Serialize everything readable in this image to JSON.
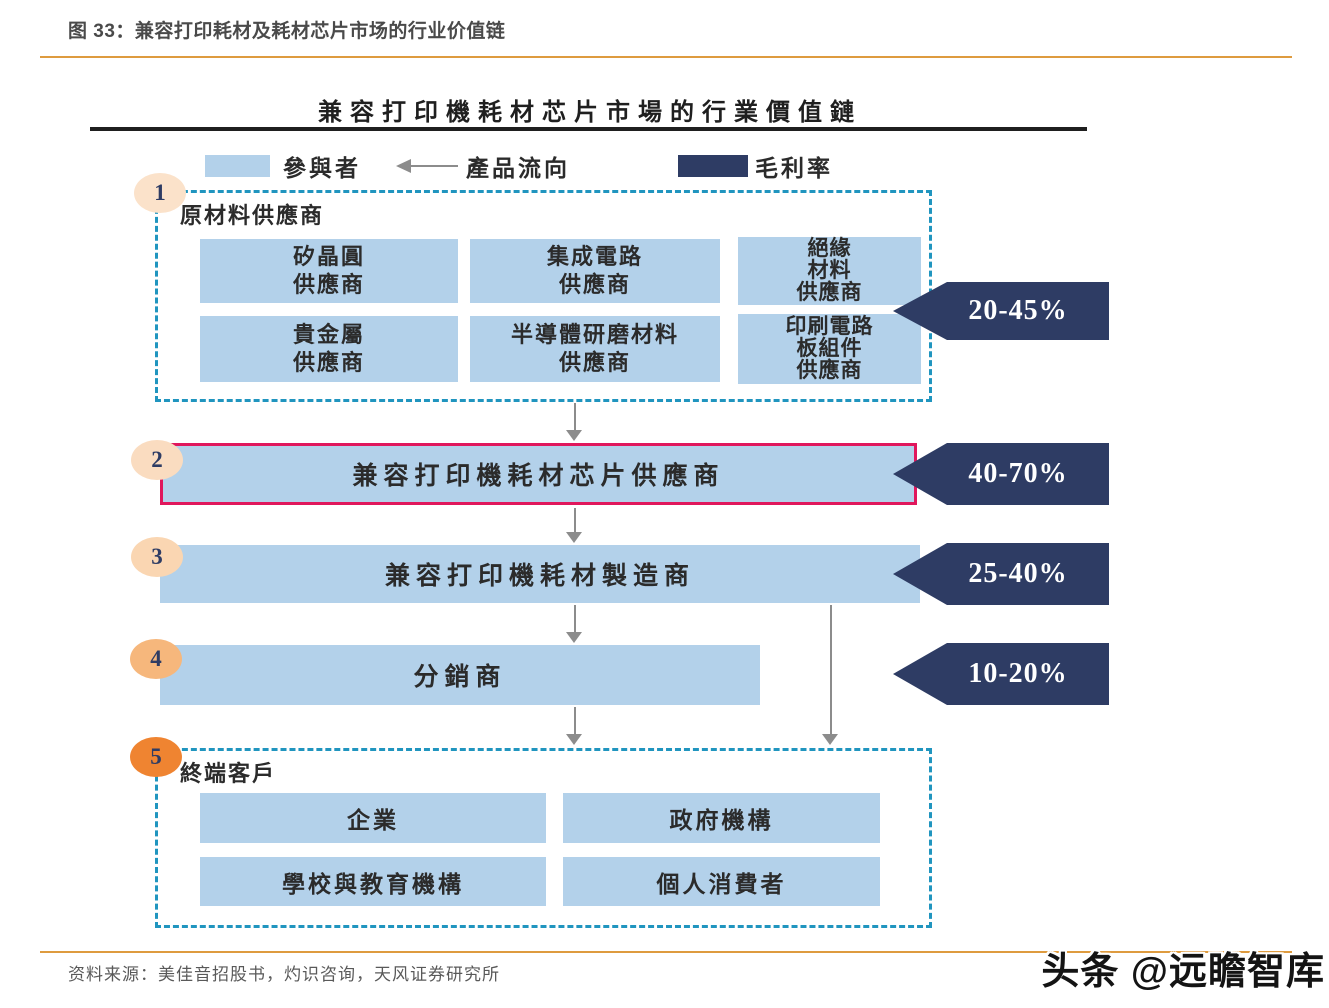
{
  "page": {
    "caption": "图 33：兼容打印耗材及耗材芯片市场的行业价值链"
  },
  "chart": {
    "title": "兼容打印機耗材芯片市場的行業價值鏈",
    "legend": {
      "participant": "參與者",
      "flow": "產品流向",
      "margin": "毛利率"
    },
    "stages": [
      {
        "num": "1",
        "badge_color": "#FBE2CA",
        "label": "原材料供應商",
        "margin": "20-45%",
        "suppliers": [
          {
            "lines": [
              "矽晶圓",
              "供應商"
            ]
          },
          {
            "lines": [
              "集成電路",
              "供應商"
            ]
          },
          {
            "lines": [
              "絕緣",
              "材料",
              "供應商"
            ]
          },
          {
            "lines": [
              "貴金屬",
              "供應商"
            ]
          },
          {
            "lines": [
              "半導體研磨材料",
              "供應商"
            ]
          },
          {
            "lines": [
              "印刷電路",
              "板組件",
              "供應商"
            ]
          }
        ]
      },
      {
        "num": "2",
        "badge_color": "#FADCC0",
        "label": "兼容打印機耗材芯片供應商",
        "margin": "40-70%"
      },
      {
        "num": "3",
        "badge_color": "#FAD6B2",
        "label": "兼容打印機耗材製造商",
        "margin": "25-40%"
      },
      {
        "num": "4",
        "badge_color": "#F6B77C",
        "label": "分銷商",
        "margin": "10-20%"
      },
      {
        "num": "5",
        "badge_color": "#EF8431",
        "label": "終端客戶",
        "customers": [
          "企業",
          "政府機構",
          "學校與教育機構",
          "個人消費者"
        ]
      }
    ]
  },
  "footer": {
    "source": "资料来源：美佳音招股书，灼识咨询，天风证券研究所",
    "watermark": "头条 @远瞻智库"
  },
  "colors": {
    "light_blue": "#B3D1EA",
    "navy": "#2E3C64",
    "teal_dash": "#2095BF",
    "highlight_pink": "#E0175C",
    "rule_orange": "#DE9B3F",
    "connector_gray": "#8C8C8C"
  }
}
